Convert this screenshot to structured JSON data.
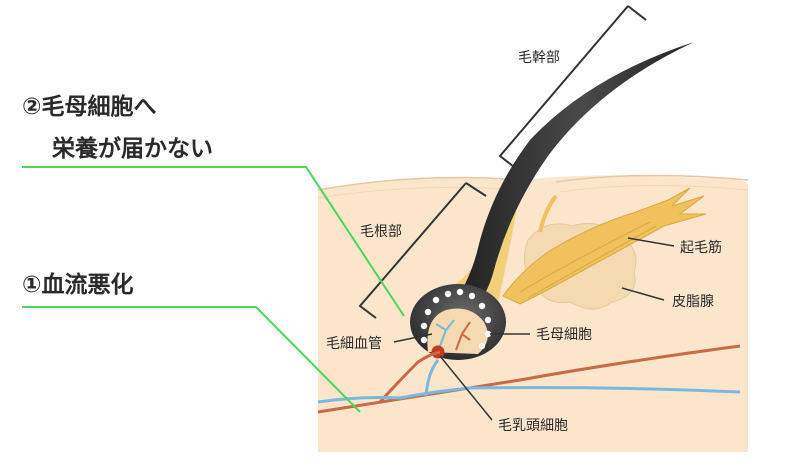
{
  "annotations": {
    "cause2_line1": "②毛母細胞へ",
    "cause2_line2": "栄養が届かない",
    "cause1": "①血流悪化"
  },
  "labels": {
    "hair_shaft": "毛幹部",
    "hair_root": "毛根部",
    "arrector_pili": "起毛筋",
    "sebaceous_gland": "皮脂腺",
    "capillary": "毛細血管",
    "hair_matrix_cell": "毛母細胞",
    "dermal_papilla_cell": "毛乳頭細胞"
  },
  "colors": {
    "skin": "#fbe6cc",
    "skin_line": "#e6c7a4",
    "muscle": "#efc25e",
    "gland": "#f4d9b1",
    "hair": "#2d2d2d",
    "vein": "#c86a43",
    "vessel_blue": "#7ab9dd",
    "papilla": "#c33a22",
    "pointer_green": "#4fd35a",
    "bracket": "#333333"
  }
}
